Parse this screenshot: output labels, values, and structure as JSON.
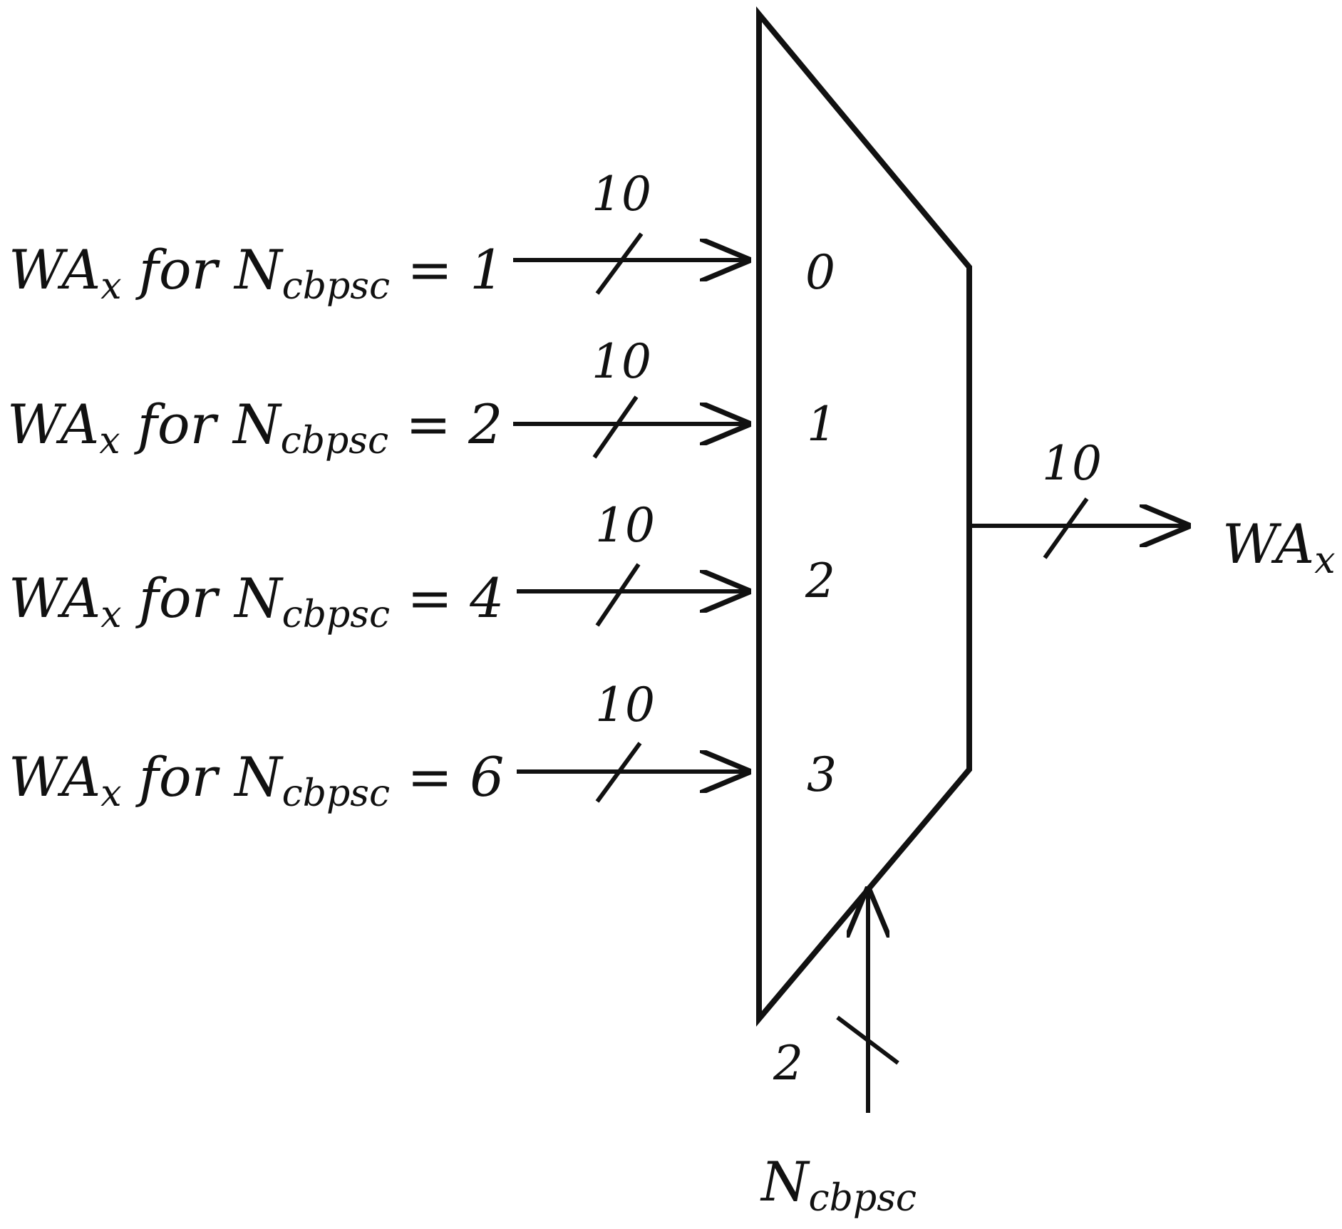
{
  "inputs": [
    {
      "prefix": "WA",
      "sub": "x",
      "mid": " for N",
      "nsub": "cbpsc",
      "eq": " = 1",
      "width": "10",
      "port": "0"
    },
    {
      "prefix": "WA",
      "sub": "x",
      "mid": " for N",
      "nsub": "cbpsc",
      "eq": " = 2",
      "width": "10",
      "port": "1"
    },
    {
      "prefix": "WA",
      "sub": "x",
      "mid": " for N",
      "nsub": "cbpsc",
      "eq": " = 4",
      "width": "10",
      "port": "2"
    },
    {
      "prefix": "WA",
      "sub": "x",
      "mid": " for N",
      "nsub": "cbpsc",
      "eq": " = 6",
      "width": "10",
      "port": "3"
    }
  ],
  "output": {
    "prefix": "WA",
    "sub": "x",
    "width": "10"
  },
  "select": {
    "prefix": "N",
    "sub": "cbpsc",
    "width": "2"
  }
}
